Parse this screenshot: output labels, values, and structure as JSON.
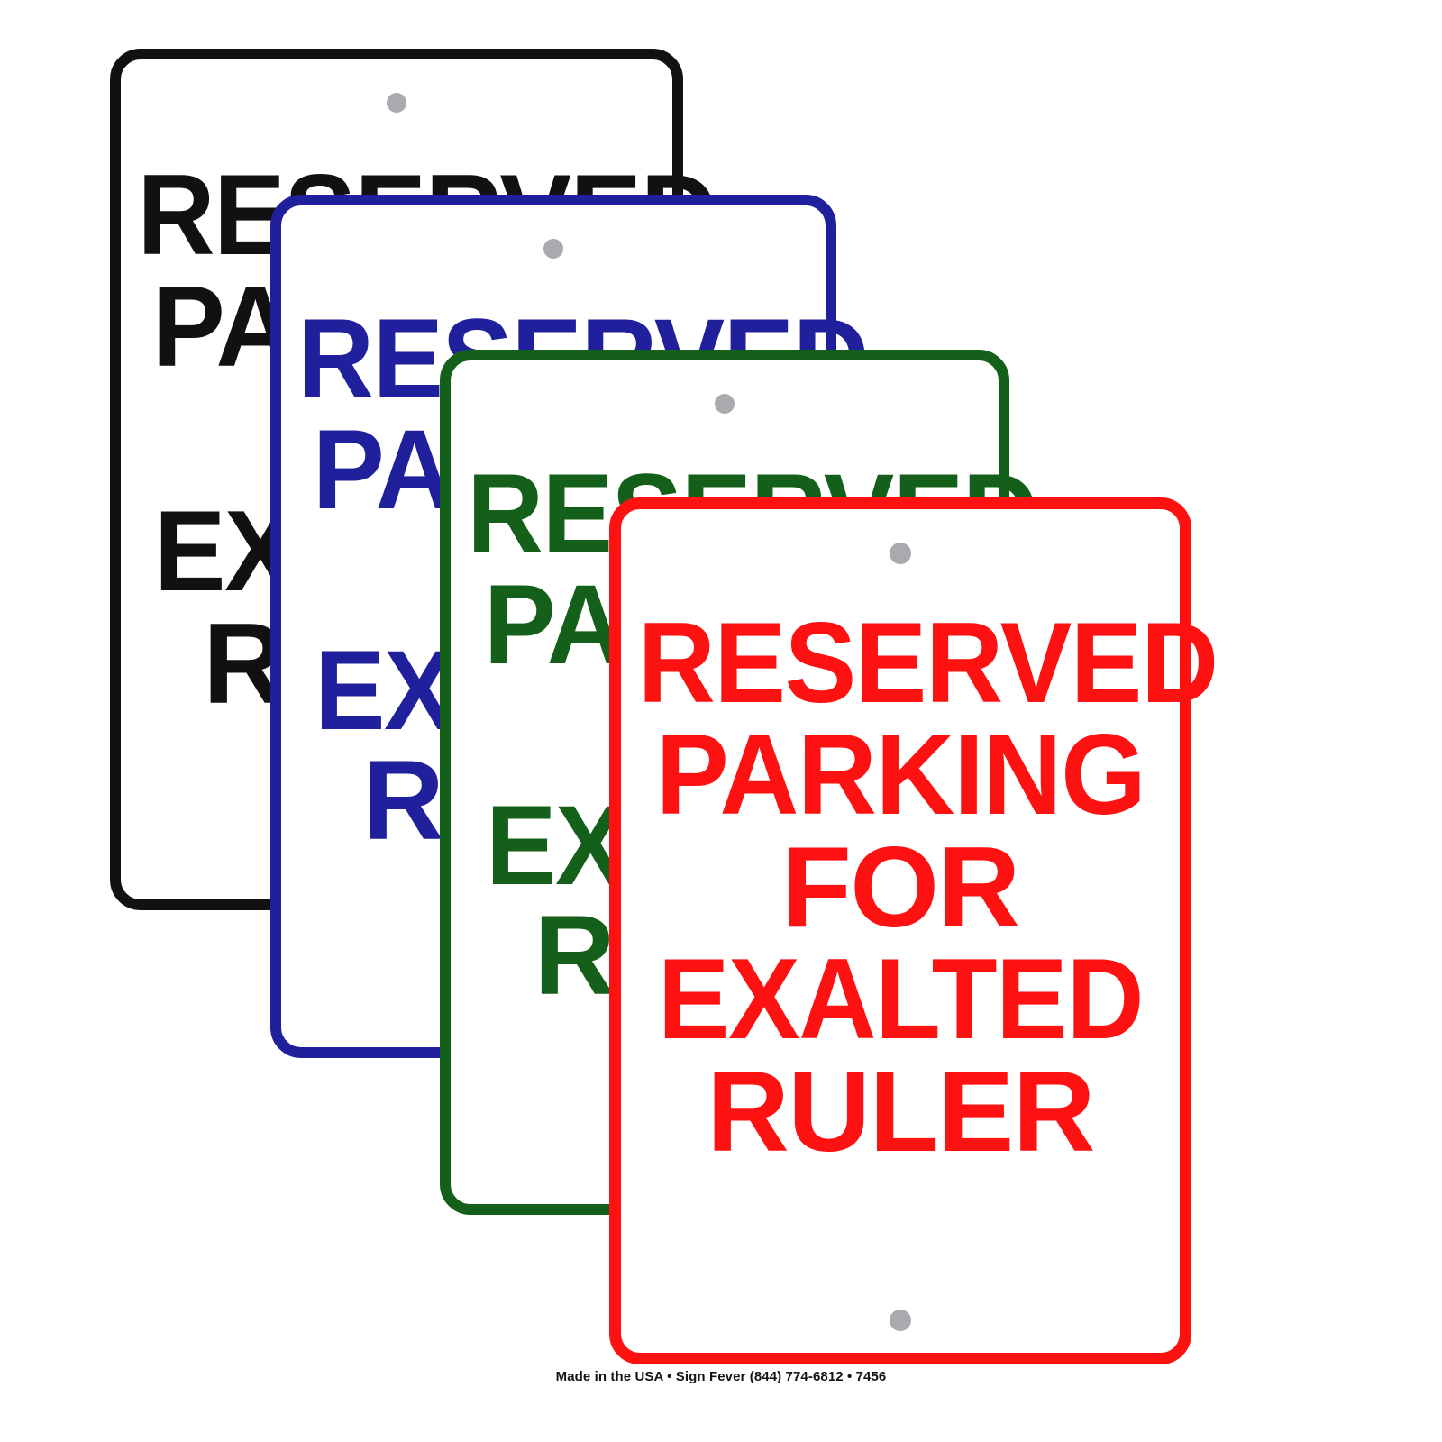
{
  "product": {
    "title": "Reserved Parking For Exalted Ruler Sign",
    "footer_credit": "Made in the USA • Sign Fever (844) 774-6812 • 7456"
  },
  "sign_message": {
    "line1": "RESERVED",
    "line2": "PARKING",
    "line3": "FOR",
    "line4": "EXALTED",
    "line5": "RULER"
  },
  "colors": {
    "black": "#111013",
    "blue": "#20209c",
    "green": "#14601a",
    "red": "#fe1111",
    "plate_face": "#ffffff",
    "mounting_hole": "#a9a9ae"
  },
  "variants": [
    {
      "id": "black",
      "name": "black-variant",
      "color": "#111013",
      "order": 1
    },
    {
      "id": "blue",
      "name": "blue-variant",
      "color": "#20209c",
      "order": 2
    },
    {
      "id": "green",
      "name": "green-variant",
      "color": "#14601a",
      "order": 3
    },
    {
      "id": "red",
      "name": "red-variant",
      "color": "#fe1111",
      "order": 4
    }
  ]
}
